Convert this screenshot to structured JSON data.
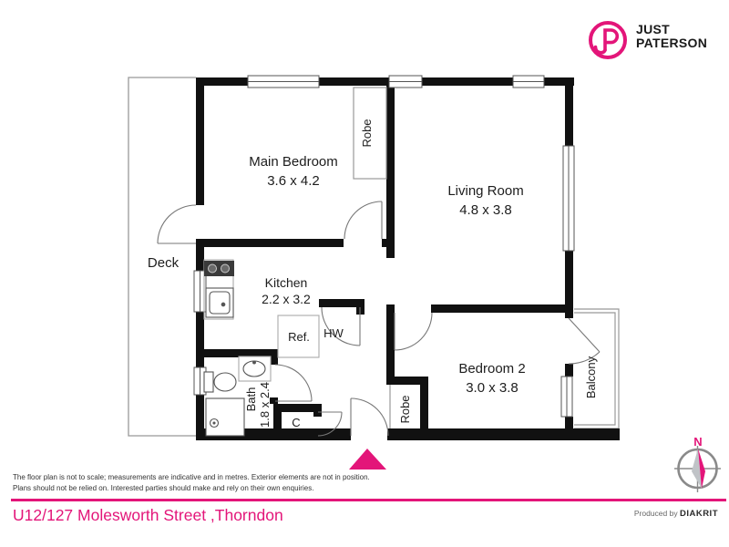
{
  "brand": {
    "accent_color": "#e31579",
    "logo_line1": "JUST",
    "logo_line2": "PATERSON"
  },
  "plan": {
    "rooms": {
      "main_bedroom": {
        "name": "Main Bedroom",
        "dims": "3.6 x 4.2"
      },
      "living_room": {
        "name": "Living Room",
        "dims": "4.8 x 3.8"
      },
      "kitchen": {
        "name": "Kitchen",
        "dims": "2.2 x 3.2"
      },
      "bedroom2": {
        "name": "Bedroom 2",
        "dims": "3.0 x 3.8"
      },
      "bath": {
        "name": "Bath",
        "dims": "1.8 x 2.4"
      }
    },
    "labels": {
      "deck": "Deck",
      "balcony": "Balcony",
      "robe_main": "Robe",
      "robe_bed2": "Robe",
      "fridge": "Ref.",
      "hot_water": "HW",
      "cupboard": "C"
    },
    "compass": {
      "north": "N"
    }
  },
  "footer": {
    "disclaimer_line1": "The floor plan is not to scale; measurements are indicative and in metres. Exterior elements are not in position.",
    "disclaimer_line2": "Plans should not be relied on. Interested parties should make and rely on their own enquiries.",
    "address": "U12/127 Molesworth Street ,Thorndon",
    "produced_by": "Produced by",
    "producer": "DIAKRIT"
  }
}
